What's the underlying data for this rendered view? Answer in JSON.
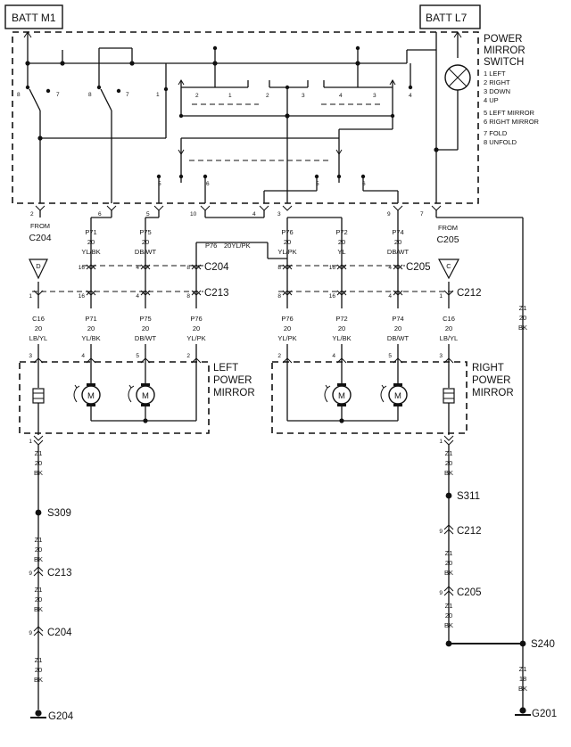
{
  "switch": {
    "title": [
      "POWER",
      "MIRROR",
      "SWITCH"
    ],
    "legend": [
      "1 LEFT",
      "2 RIGHT",
      "3 DOWN",
      "4 UP",
      "5 LEFT MIRROR",
      "6 RIGHT MIRROR",
      "7 FOLD",
      "8 UNFOLD"
    ],
    "batt_left": "BATT M1",
    "batt_right": "BATT L7",
    "internal_pins": [
      "8",
      "7",
      "8",
      "7",
      "1",
      "2",
      "1",
      "2",
      "3",
      "4",
      "3",
      "4",
      "5",
      "6",
      "5",
      "6"
    ],
    "connector_pins": [
      "2",
      "6",
      "5",
      "10",
      "4",
      "3",
      "9",
      "7"
    ]
  },
  "from_left": {
    "label": "FROM",
    "connector": "C204"
  },
  "from_right": {
    "label": "FROM",
    "connector": "C205"
  },
  "wires_upper": [
    {
      "code": "P71",
      "gauge": "20",
      "color": "YL/BK"
    },
    {
      "code": "P75",
      "gauge": "20",
      "color": "DB/WT"
    },
    {
      "code": "P76",
      "gauge": "20",
      "color": "YL/PK"
    },
    {
      "code": "P72",
      "gauge": "20",
      "color": "YL"
    },
    {
      "code": "P74",
      "gauge": "20",
      "color": "DB/WT"
    }
  ],
  "p76_left_tag": "P76",
  "p76_left_tag2": "20YL/PK",
  "connectors_mid": {
    "c204": "C204",
    "c213": "C213",
    "c205": "C205",
    "c212": "C212",
    "flag_d": "D",
    "flag_c": "C",
    "pins_row1_left": [
      "16",
      "4",
      "8"
    ],
    "pins_row2_left": [
      "1",
      "16",
      "4",
      "8"
    ],
    "pins_row1_right": [
      "8",
      "16",
      "4"
    ],
    "pins_row2_right": [
      "8",
      "16",
      "4",
      "1"
    ]
  },
  "wires_lower_left": [
    {
      "code": "C16",
      "gauge": "20",
      "color": "LB/YL"
    },
    {
      "code": "P71",
      "gauge": "20",
      "color": "YL/BK"
    },
    {
      "code": "P75",
      "gauge": "20",
      "color": "DB/WT"
    },
    {
      "code": "P76",
      "gauge": "20",
      "color": "YL/PK"
    }
  ],
  "wires_lower_right": [
    {
      "code": "P76",
      "gauge": "20",
      "color": "YL/PK"
    },
    {
      "code": "P72",
      "gauge": "20",
      "color": "YL/BK"
    },
    {
      "code": "P74",
      "gauge": "20",
      "color": "DB/WT"
    },
    {
      "code": "C16",
      "gauge": "20",
      "color": "LB/YL"
    }
  ],
  "mirror_left": {
    "title": [
      "LEFT",
      "POWER",
      "MIRROR"
    ],
    "pins_top": [
      "3",
      "4",
      "5",
      "2"
    ],
    "pin_bottom": "1",
    "motor": "M"
  },
  "mirror_right": {
    "title": [
      "RIGHT",
      "POWER",
      "MIRROR"
    ],
    "pins_top": [
      "2",
      "4",
      "5",
      "3"
    ],
    "pin_bottom": "1",
    "motor": "M"
  },
  "z1_right_upper": {
    "code": "Z1",
    "gauge": "20",
    "color": "BK"
  },
  "ground_left": {
    "wire": {
      "code": "Z1",
      "gauge": "20",
      "color": "BK"
    },
    "splice": "S309",
    "c213": "C213",
    "c204": "C204",
    "pin": "9",
    "ground": "G204"
  },
  "ground_right": {
    "wire": {
      "code": "Z1",
      "gauge": "20",
      "color": "BK"
    },
    "splice1": "S311",
    "c212": "C212",
    "c205": "C205",
    "pin": "9",
    "splice2": "S240",
    "wire18": {
      "code": "Z1",
      "gauge": "18",
      "color": "BK"
    },
    "ground": "G201"
  }
}
